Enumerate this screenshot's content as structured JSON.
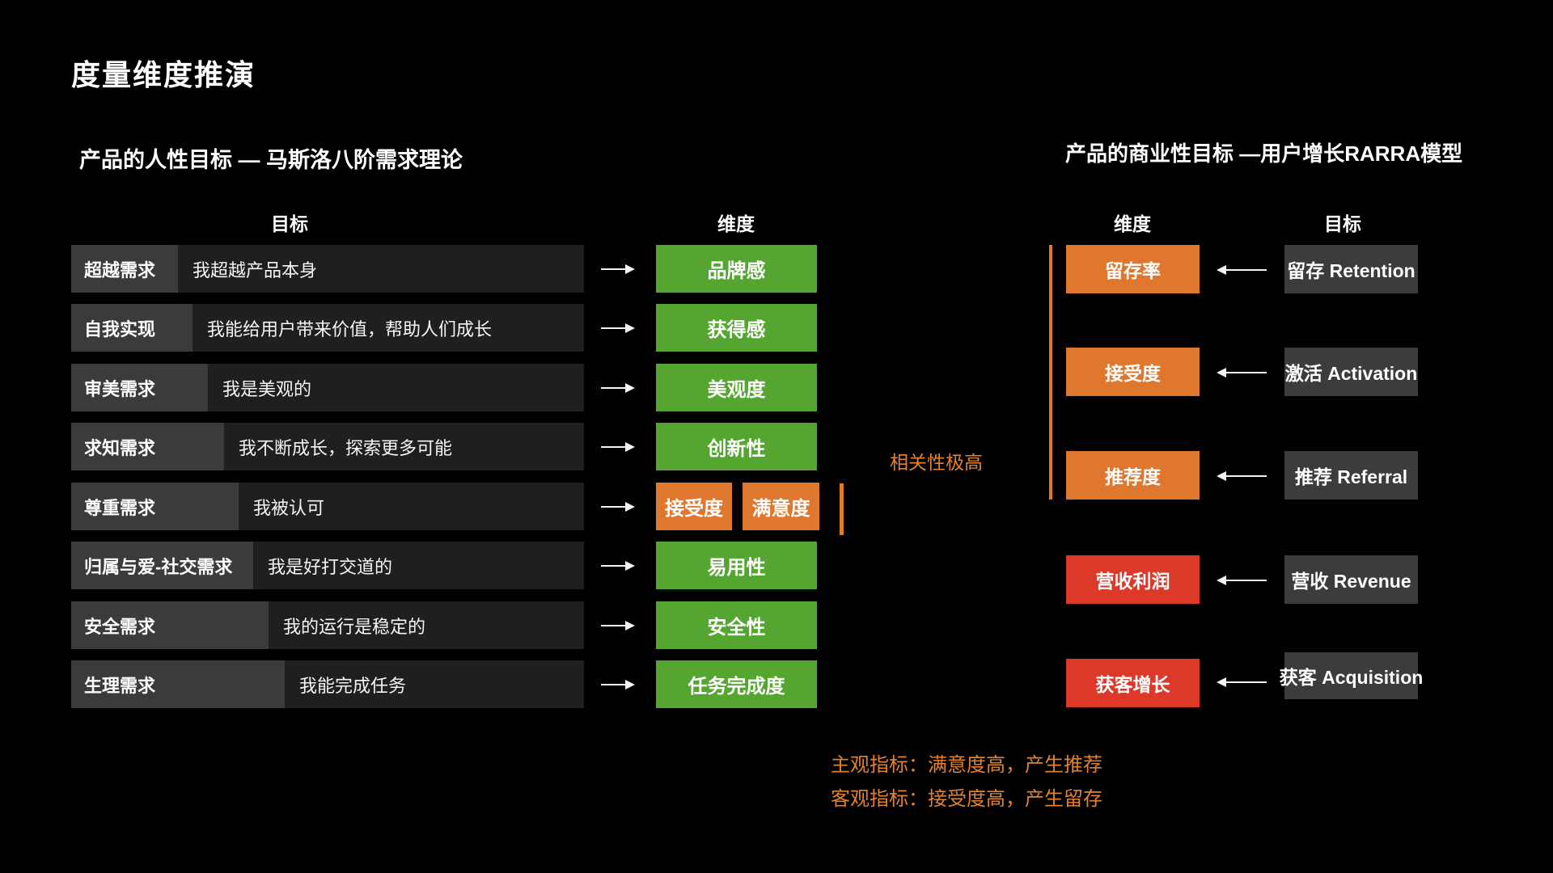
{
  "page": {
    "title": "度量维度推演",
    "background": "#000000"
  },
  "left_section": {
    "subtitle": "产品的人性目标 — 马斯洛八阶需求理论",
    "goal_header": "目标",
    "dim_header": "维度",
    "rows": [
      {
        "label": "超越需求",
        "desc": "我超越产品本身",
        "dim": "品牌感",
        "dim_color": "green"
      },
      {
        "label": "自我实现",
        "desc": "我能给用户带来价值，帮助人们成长",
        "dim": "获得感",
        "dim_color": "green"
      },
      {
        "label": "审美需求",
        "desc": "我是美观的",
        "dim": "美观度",
        "dim_color": "green"
      },
      {
        "label": "求知需求",
        "desc": "我不断成长，探索更多可能",
        "dim": "创新性",
        "dim_color": "green"
      },
      {
        "label": "尊重需求",
        "desc": "我被认可",
        "dims": [
          "接受度",
          "满意度"
        ],
        "dim_color": "orange"
      },
      {
        "label": "归属与爱-社交需求",
        "desc": "我是好打交道的",
        "dim": "易用性",
        "dim_color": "green"
      },
      {
        "label": "安全需求",
        "desc": "我的运行是稳定的",
        "dim": "安全性",
        "dim_color": "green"
      },
      {
        "label": "生理需求",
        "desc": "我能完成任务",
        "dim": "任务完成度",
        "dim_color": "green"
      }
    ]
  },
  "right_section": {
    "subtitle": "产品的商业性目标 —用户增长RARRA模型",
    "dim_header": "维度",
    "goal_header": "目标",
    "rows": [
      {
        "dim": "留存率",
        "dim_color": "orange",
        "goal": "留存 Retention"
      },
      {
        "dim": "接受度",
        "dim_color": "orange",
        "goal": "激活 Activation"
      },
      {
        "dim": "推荐度",
        "dim_color": "orange",
        "goal": "推荐 Referral"
      },
      {
        "dim": "营收利润",
        "dim_color": "red",
        "goal": "营收 Revenue"
      },
      {
        "dim": "获客增长",
        "dim_color": "red",
        "goal": "获客 Acquisition"
      }
    ]
  },
  "annotations": {
    "correlation_note": "相关性极高",
    "subjective_note": "主观指标：满意度高，产生推荐",
    "objective_note": "客观指标：接受度高，产生留存"
  },
  "colors": {
    "green": "#55a630",
    "orange": "#df782e",
    "red": "#dc392a",
    "label_gray": "#3b3b3b",
    "row_gray": "#1f1f1f",
    "goal_gray": "#3c3c3c",
    "accent_text": "#e0822f"
  }
}
